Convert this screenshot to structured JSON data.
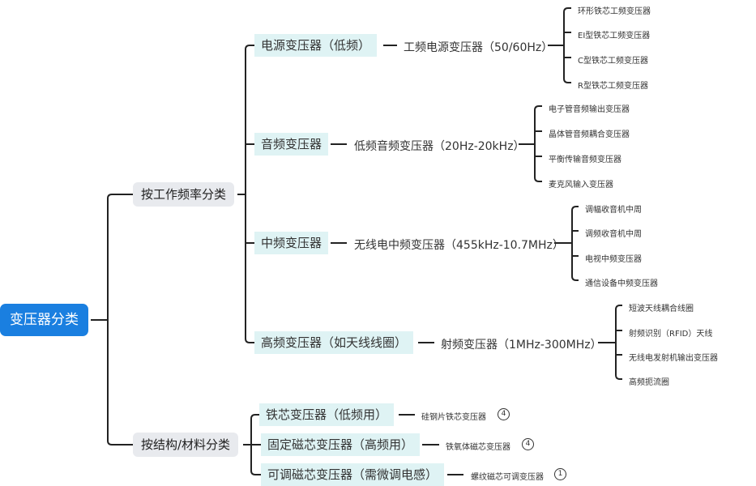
{
  "root": {
    "label": "变压器分类"
  },
  "categories": [
    {
      "label": "按工作频率分类"
    },
    {
      "label": "按结构/材料分类"
    }
  ],
  "frequency_branches": [
    {
      "label": "电源变压器（低频）",
      "detail": "工频电源变压器（50/60Hz）",
      "leaves": [
        "环形铁芯工频变压器",
        "EI型铁芯工频变压器",
        "C型铁芯工频变压器",
        "R型铁芯工频变压器"
      ]
    },
    {
      "label": "音频变压器",
      "detail": "低频音频变压器（20Hz-20kHz）",
      "leaves": [
        "电子管音频输出变压器",
        "晶体管音频耦合变压器",
        "平衡传输音频变压器",
        "麦克风输入变压器"
      ]
    },
    {
      "label": "中频变压器",
      "detail": "无线电中频变压器（455kHz-10.7MHz）",
      "leaves": [
        "调幅收音机中周",
        "调频收音机中周",
        "电视中频变压器",
        "通信设备中频变压器"
      ]
    },
    {
      "label": "高频变压器（如天线线圈）",
      "detail": "射频变压器（1MHz-300MHz）",
      "leaves": [
        "短波天线耦合线圈",
        "射频识别（RFID）天线",
        "无线电发射机输出变压器",
        "高频扼流圈"
      ]
    }
  ],
  "structure_branches": [
    {
      "label": "铁芯变压器（低频用）",
      "detail": "硅钢片铁芯变压器",
      "count": "4"
    },
    {
      "label": "固定磁芯变压器（高频用）",
      "detail": "铁氧体磁芯变压器",
      "count": "4"
    },
    {
      "label": "可调磁芯变压器（需微调电感）",
      "detail": "螺纹磁芯可调变压器",
      "count": "1"
    }
  ],
  "colors": {
    "root_bg": "#1a7fe0",
    "category_bg": "#e8eaee",
    "sub_bg": "#dff3f4",
    "line": "#222222"
  }
}
